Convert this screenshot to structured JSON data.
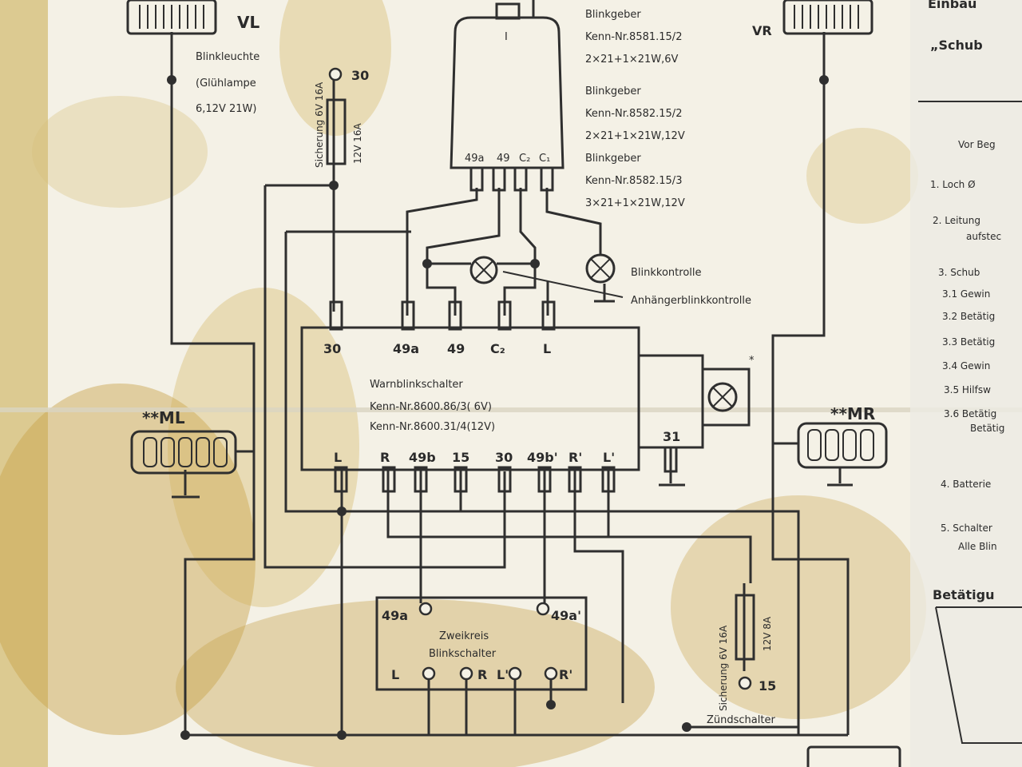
{
  "lamps": {
    "vl": "VL",
    "vr": "VR",
    "ml": "**ML",
    "mr": "**MR",
    "star": "*"
  },
  "lamp_caption": [
    "Blinkleuchte",
    "(Glühlampe",
    "6,12V  21W)"
  ],
  "fuse1": {
    "terminal": "30",
    "text_a": "Sicherung 6V 16A",
    "text_b": "12V 16A"
  },
  "flasher": {
    "pin_top": "I",
    "pins": [
      "49a",
      "49",
      "C₂",
      "C₁"
    ],
    "variants": [
      [
        "Blinkgeber",
        "Kenn-Nr.8581.15/2",
        "2×21+1×21W,6V"
      ],
      [
        "Blinkgeber",
        "Kenn-Nr.8582.15/2",
        "2×21+1×21W,12V"
      ],
      [
        "Blinkgeber",
        "Kenn-Nr.8582.15/3",
        "3×21+1×21W,12V"
      ]
    ]
  },
  "indicators": {
    "blink": "Blinkkontrolle",
    "trailer": "Anhängerblinkkontrolle"
  },
  "hazard_switch": {
    "top_pins": [
      "30",
      "49a",
      "49",
      "C₂",
      "L"
    ],
    "name": "Warnblinkschalter",
    "code1": "Kenn-Nr.8600.86/3( 6V)",
    "code2": "Kenn-Nr.8600.31/4(12V)",
    "bottom_pins": [
      "L",
      "R",
      "49b",
      "15",
      "30",
      "49b'",
      "R'",
      "L'"
    ],
    "ground": "31"
  },
  "two_circuit": {
    "in_left": "49a",
    "in_right": "49a'",
    "name1": "Zweikreis",
    "name2": "Blinkschalter",
    "out_pins": [
      "L",
      "R",
      "L'",
      "R'"
    ]
  },
  "fuse2": {
    "text_a": "Sicherung 6V 16A",
    "text_b": "12V 8A",
    "terminal": "15",
    "ignition": "Zündschalter"
  },
  "right_page": {
    "head1": "Einbau",
    "head2": "„Schub",
    "steps_title": "Vor Beg",
    "steps": [
      "1.  Loch Ø",
      "2.  Leitung",
      "aufstec",
      "3.  Schub",
      "3.1 Gewin",
      "3.2 Betätig",
      "3.3 Betätig",
      "3.4 Gewin",
      "3.5 Hilfsw",
      "3.6 Betätig",
      "Betätig",
      "4.  Batterie",
      "5.  Schalter",
      "Alle Blin"
    ],
    "section": "Betätigu"
  }
}
